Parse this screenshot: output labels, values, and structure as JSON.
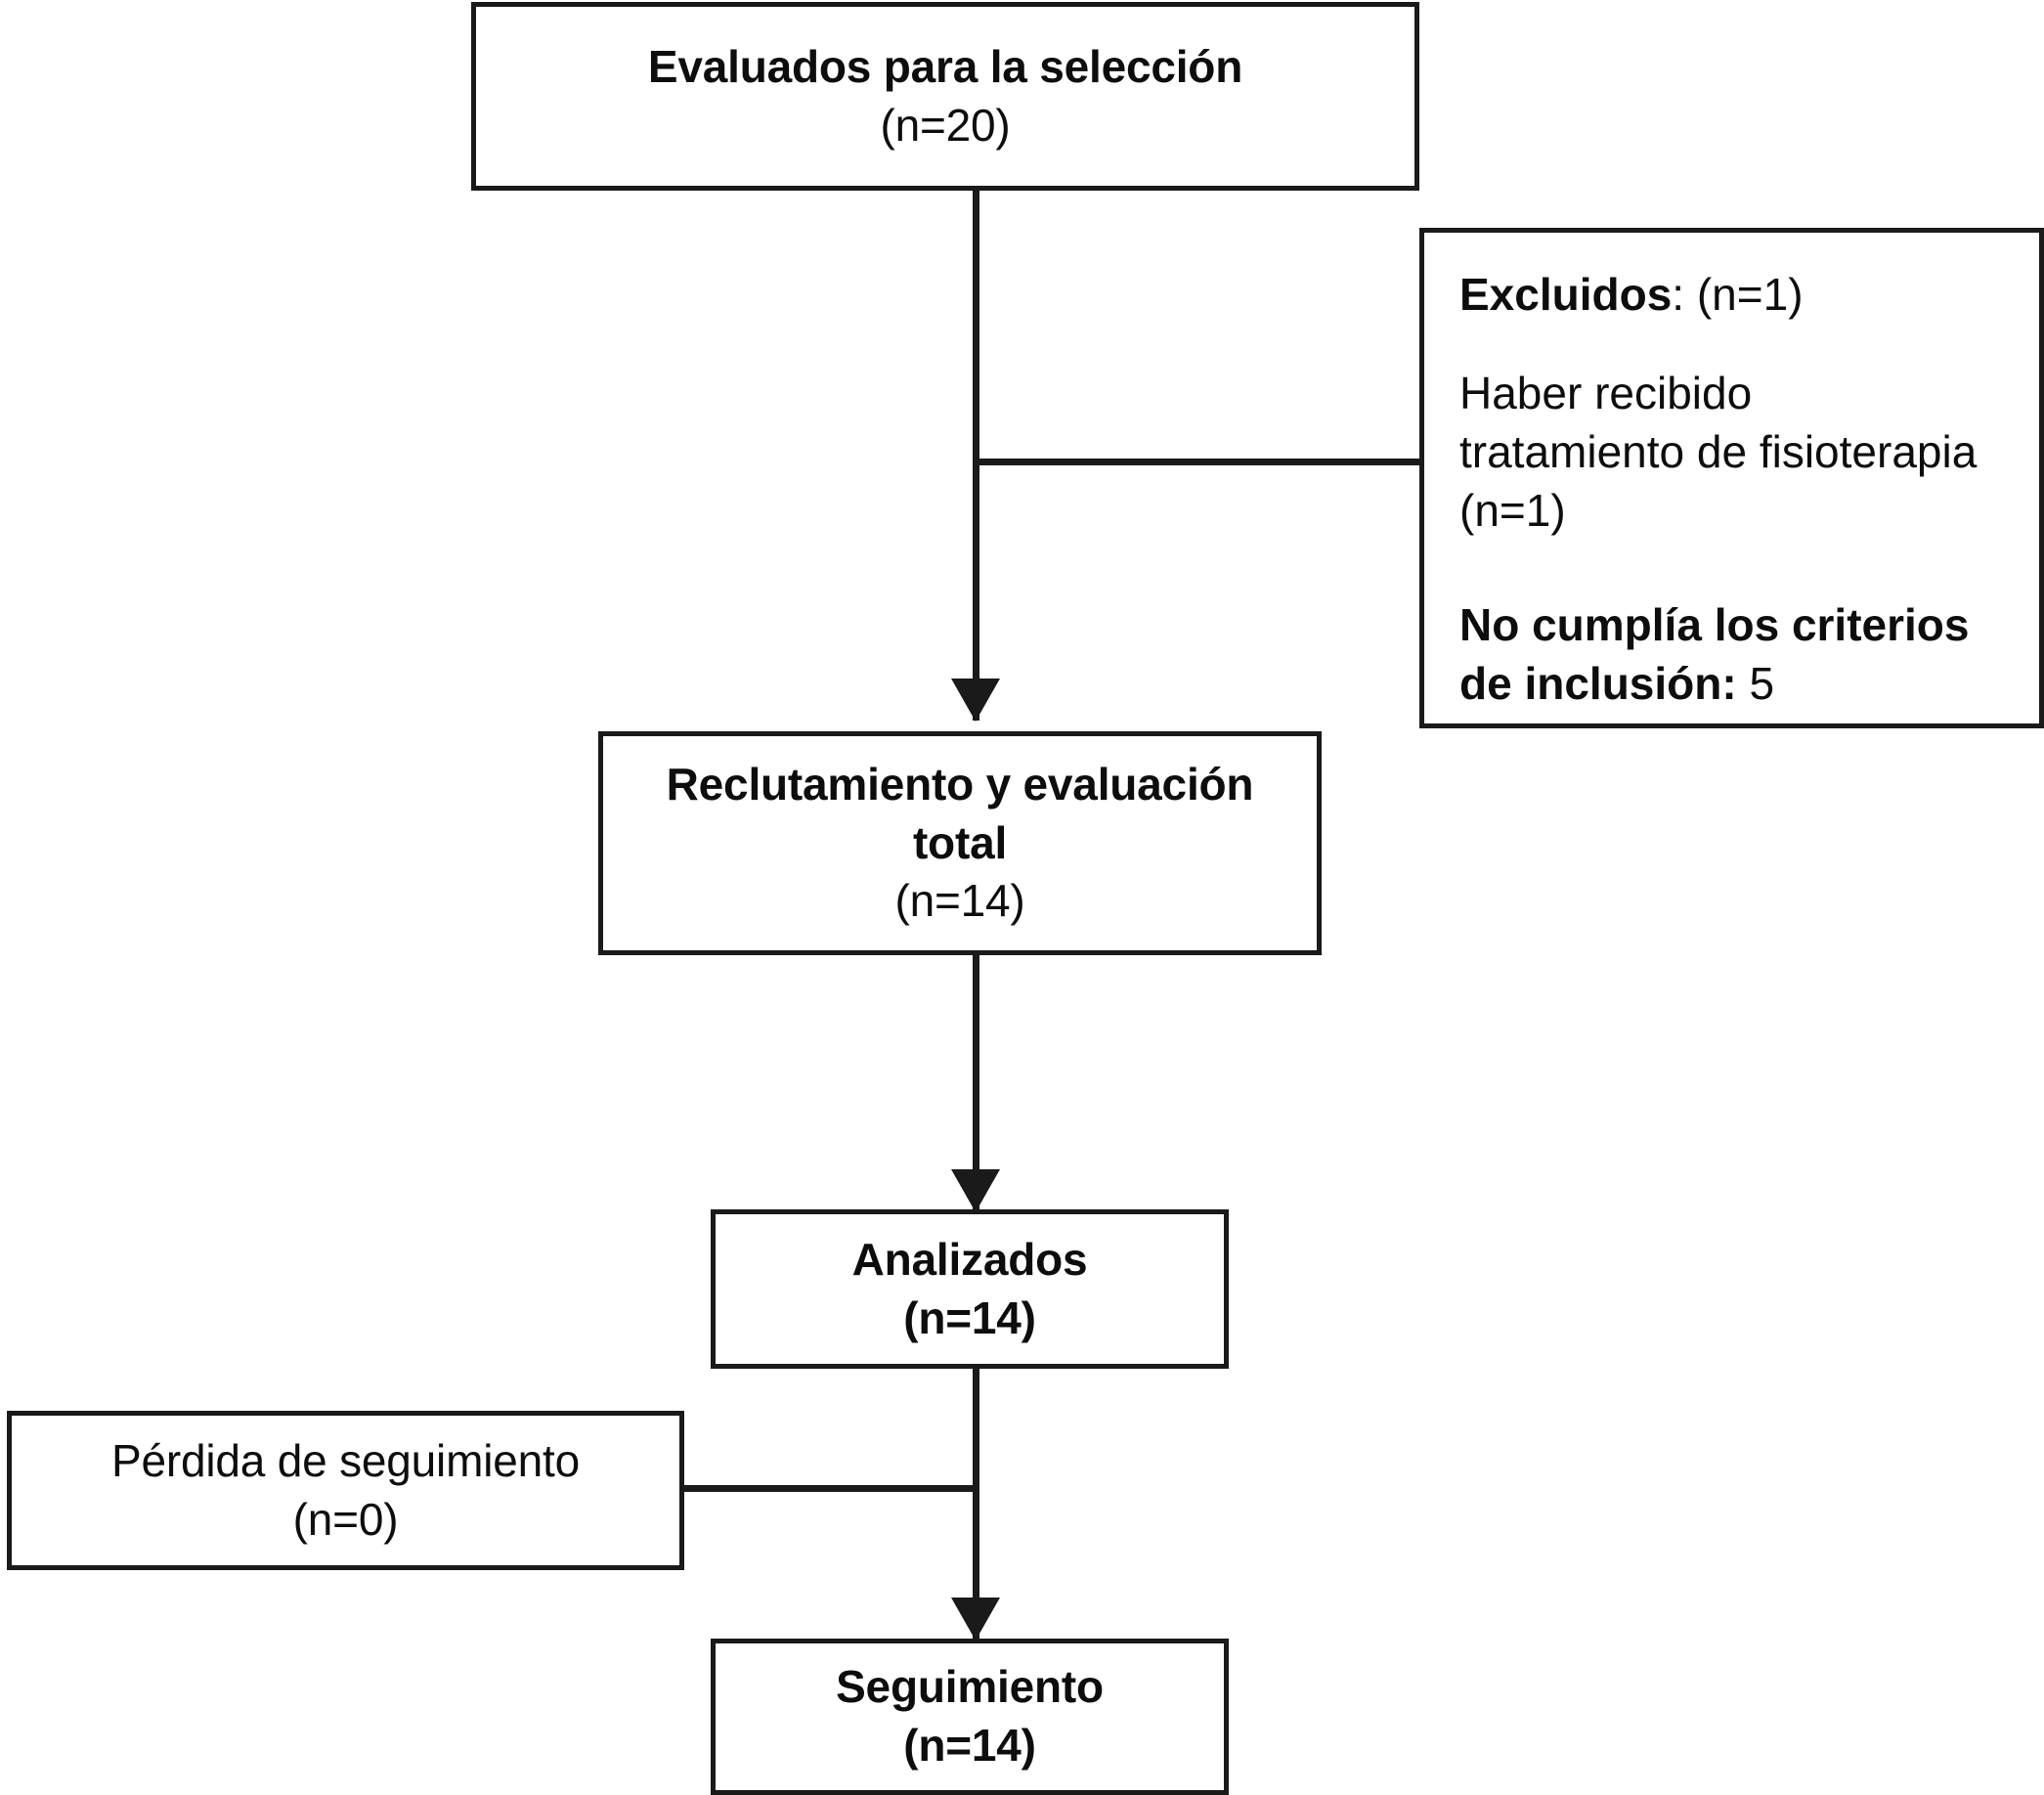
{
  "diagram": {
    "type": "flowchart",
    "subtype": "consort-participant-flow",
    "language": "es",
    "colors": {
      "background": "#ffffff",
      "stroke": "#1a1a1a",
      "text": "#0d0d0d"
    },
    "nodes": {
      "screened": {
        "id": "screened",
        "title": "Evaluados para la selección",
        "count_label": "(n=20)",
        "n": 20,
        "title_weight": "bold"
      },
      "excluded": {
        "id": "excluded",
        "heading_bold": "Excluidos",
        "heading_rest": ": (n=1)",
        "reason_1_line_1": "Haber recibido",
        "reason_1_line_2": "tratamiento de fisioterapia",
        "reason_1_count": "(n=1)",
        "reason_2_line_1": "No cumplía los criterios",
        "reason_2_line_2_bold": "de inclusión:",
        "reason_2_line_2_value": " 5",
        "n_excluded_header": 1,
        "n_physio": 1,
        "n_criteria": 5
      },
      "recruited": {
        "id": "recruited",
        "title_line_1": "Reclutamiento y evaluación",
        "title_line_2": "total",
        "count_label": "(n=14)",
        "n": 14,
        "title_weight": "bold"
      },
      "analyzed": {
        "id": "analyzed",
        "title": "Analizados",
        "count_label": "(n=14)",
        "n": 14,
        "title_weight": "bold"
      },
      "lost_to_followup": {
        "id": "lost_to_followup",
        "title": "Pérdida de seguimiento",
        "count_label": "(n=0)",
        "n": 0,
        "title_weight": "normal"
      },
      "followup": {
        "id": "followup",
        "title": "Seguimiento",
        "count_label": "(n=14)",
        "n": 14,
        "title_weight": "bold"
      }
    },
    "edges": [
      {
        "from": "screened",
        "to": "recruited",
        "kind": "arrow-down"
      },
      {
        "from": "screened",
        "to": "excluded",
        "kind": "branch-right"
      },
      {
        "from": "recruited",
        "to": "analyzed",
        "kind": "arrow-down"
      },
      {
        "from": "analyzed",
        "to": "followup",
        "kind": "arrow-down"
      },
      {
        "from": "lost_to_followup",
        "to": "analyzed",
        "kind": "branch-left"
      }
    ]
  }
}
